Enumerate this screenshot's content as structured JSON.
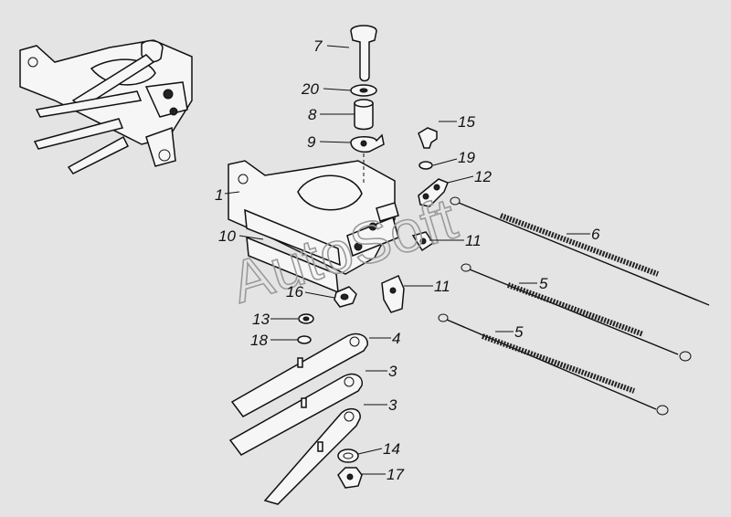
{
  "watermark": "AutoSoft",
  "callouts": [
    {
      "id": "c7",
      "text": "7"
    },
    {
      "id": "c20",
      "text": "20"
    },
    {
      "id": "c8",
      "text": "8"
    },
    {
      "id": "c9",
      "text": "9"
    },
    {
      "id": "c15",
      "text": "15"
    },
    {
      "id": "c19",
      "text": "19"
    },
    {
      "id": "c12",
      "text": "12"
    },
    {
      "id": "c1",
      "text": "1"
    },
    {
      "id": "c6",
      "text": "6"
    },
    {
      "id": "c10",
      "text": "10"
    },
    {
      "id": "c11a",
      "text": "11"
    },
    {
      "id": "c5a",
      "text": "5"
    },
    {
      "id": "c16",
      "text": "16"
    },
    {
      "id": "c11b",
      "text": "11"
    },
    {
      "id": "c13",
      "text": "13"
    },
    {
      "id": "c5b",
      "text": "5"
    },
    {
      "id": "c18",
      "text": "18"
    },
    {
      "id": "c4",
      "text": "4"
    },
    {
      "id": "c3a",
      "text": "3"
    },
    {
      "id": "c3b",
      "text": "3"
    },
    {
      "id": "c14",
      "text": "14"
    },
    {
      "id": "c17",
      "text": "17"
    }
  ]
}
